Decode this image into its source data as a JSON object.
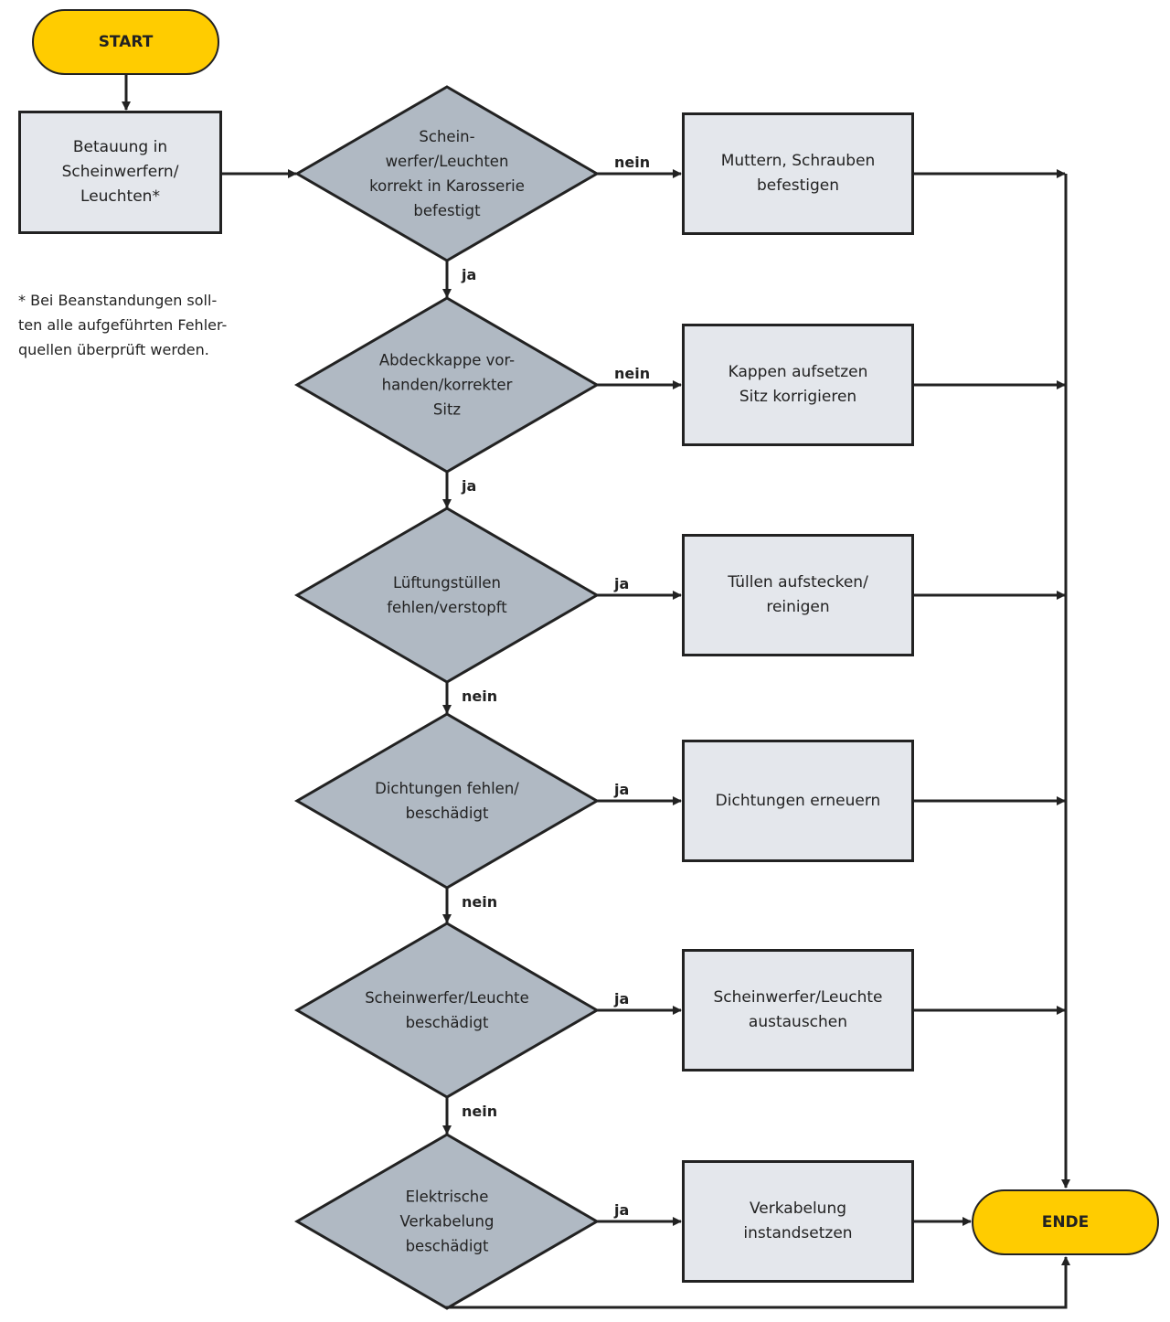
{
  "start": "START",
  "end": "ENDE",
  "first_step": "Betauung in\nScheinwerfern/\nLeuchten*",
  "footnote": "* Bei Beanstandungen soll-\nten alle aufgeführten Fehler-\nquellen überprüft werden.",
  "decisions": [
    "Schein-\nwerfer/Leuchten\nkorrekt in Karosserie\nbefestigt",
    "Abdeckkappe vor-\nhanden/korrekter\nSitz",
    "Lüftungstüllen\nfehlen/verstopft",
    "Dichtungen fehlen/\nbeschädigt",
    "Scheinwerfer/Leuchte\nbeschädigt",
    "Elektrische\nVerkabelung\nbeschädigt"
  ],
  "actions": [
    "Muttern, Schrauben\nbefestigen",
    "Kappen aufsetzen\nSitz korrigieren",
    "Tüllen aufstecken/\nreinigen",
    "Dichtungen erneuern",
    "Scheinwerfer/Leuchte\naustauschen",
    "Verkabelung\ninstandsetzen"
  ],
  "right_labels": [
    "nein",
    "nein",
    "ja",
    "ja",
    "ja",
    "ja"
  ],
  "down_labels": [
    "ja",
    "ja",
    "nein",
    "nein",
    "nein"
  ],
  "colors": {
    "terminal": "#ffcc00",
    "decision": "#b0b9c3",
    "action": "#e4e7ec",
    "line": "#222222"
  }
}
